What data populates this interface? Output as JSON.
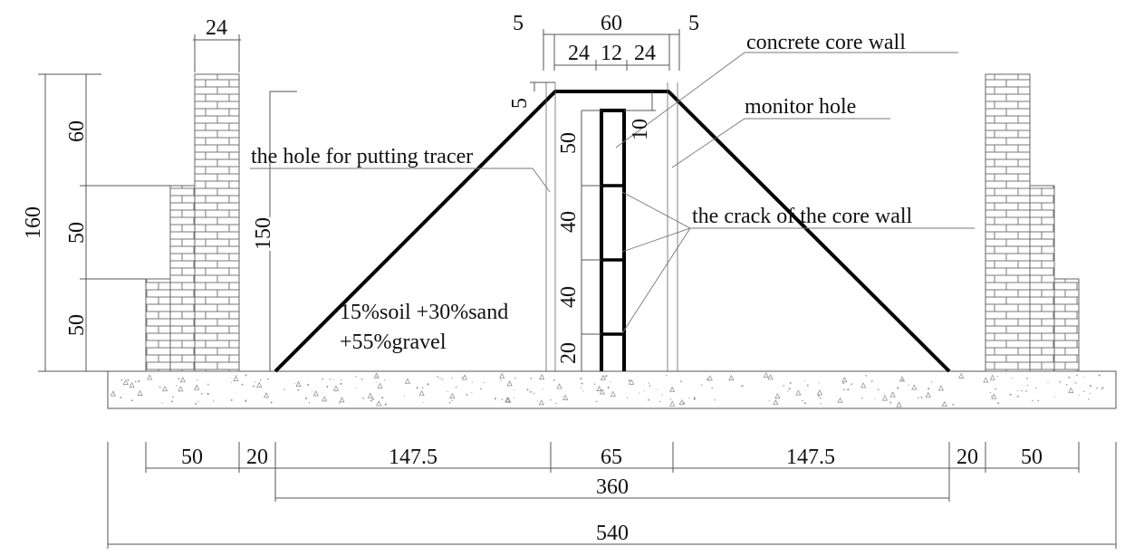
{
  "labels": {
    "concrete_core_wall": "concrete core wall",
    "monitor_hole": "monitor hole",
    "tracer_hole": "the hole for putting tracer",
    "crack": "the crack of the core wall",
    "material_line1": "15%soil +30%sand",
    "material_line2": "+55%gravel"
  },
  "dimensions": {
    "top_total": "60",
    "top_left_gap": "5",
    "top_right_gap": "5",
    "core_left": "24",
    "core_mid": "12",
    "core_right": "24",
    "crest_height": "5",
    "core_top_offset": "10",
    "core_seg_1": "50",
    "core_seg_2": "40",
    "core_seg_3": "40",
    "core_seg_4": "20",
    "dam_height": "150",
    "wall_top_width": "24",
    "wall_total_height": "160",
    "wall_seg_top": "60",
    "wall_seg_mid": "50",
    "wall_seg_bottom": "50",
    "bottom_wall_left": "50",
    "bottom_gap_left": "20",
    "bottom_slope_left": "147.5",
    "bottom_center": "65",
    "bottom_slope_right": "147.5",
    "bottom_gap_right": "20",
    "bottom_wall_right": "50",
    "base_width": "360",
    "total_width": "540"
  }
}
